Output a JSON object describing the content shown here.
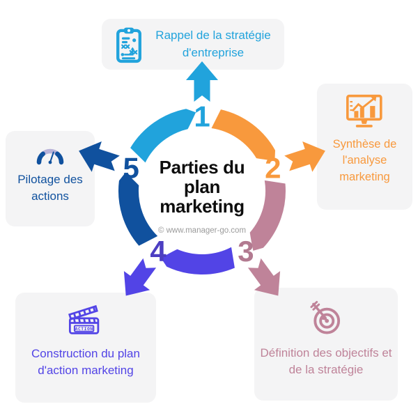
{
  "diagram": {
    "title": "Parties du plan marketing",
    "credit": "© www.manager-go.com",
    "colors": {
      "background": "#FFFFFF",
      "card_bg": "#F4F4F5",
      "card_text": "#212121",
      "title_text": "#0D0D0D",
      "credit_text": "#9B9B9B",
      "gauge_accent": "#B9B3D8"
    },
    "action_label": "ACTION",
    "steps": [
      {
        "num": "1",
        "label": "Rappel de la stratégie d'entreprise",
        "color": "#21A3DC",
        "num_color": "#21A3DC",
        "icon": "clipboard-strategy-icon"
      },
      {
        "num": "2",
        "label": "Synthèse de l'analyse marketing",
        "color": "#F8993D",
        "num_color": "#F8993D",
        "icon": "chart-monitor-icon"
      },
      {
        "num": "3",
        "label": "Définition des objectifs et de la stratégie",
        "color": "#BF8399",
        "num_color": "#B27A90",
        "icon": "target-dart-icon"
      },
      {
        "num": "4",
        "label": "Construction du plan d'action marketing",
        "color": "#5244E6",
        "num_color": "#4C3EC2",
        "icon": "clapperboard-action-icon"
      },
      {
        "num": "5",
        "label": "Pilotage des actions",
        "color": "#10519E",
        "num_color": "#10519E",
        "icon": "gauge-icon"
      }
    ]
  }
}
